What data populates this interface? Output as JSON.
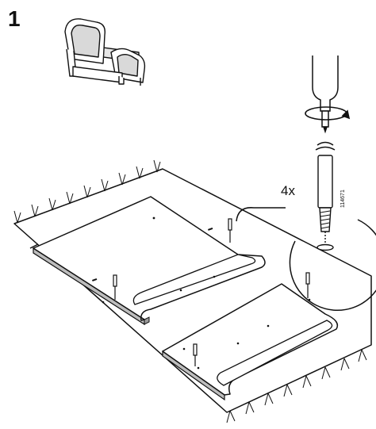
{
  "step": {
    "number": "1"
  },
  "callout": {
    "quantity": "4x",
    "part_number": "114671"
  },
  "icons": {
    "preview": "bed-frame-icon",
    "tool": "screwdriver-icon",
    "rotation": "clockwise-rotation-icon",
    "part": "dowel-screw-icon"
  },
  "colors": {
    "ink": "#111111",
    "paper": "#ffffff",
    "shade": "#dcdcdc"
  }
}
